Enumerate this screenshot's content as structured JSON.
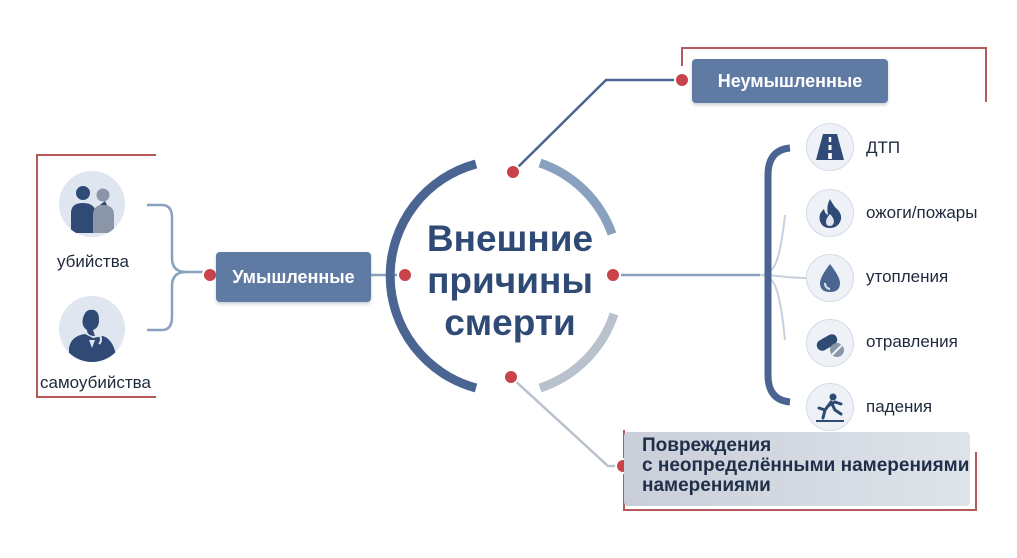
{
  "center": {
    "title_line1": "Внешние",
    "title_line2": "причины",
    "title_line3": "смерти"
  },
  "intentional": {
    "label": "Умышленные",
    "items": [
      {
        "label": "убийства",
        "icon": "two-people-conflict-icon"
      },
      {
        "label": "самоубийства",
        "icon": "despondent-person-icon"
      }
    ]
  },
  "unintentional": {
    "label": "Неумышленные",
    "items": [
      {
        "label": "ДТП",
        "icon": "road-icon"
      },
      {
        "label": "ожоги/пожары",
        "icon": "fire-icon"
      },
      {
        "label": "утопления",
        "icon": "water-drop-icon"
      },
      {
        "label": "отравления",
        "icon": "pills-icon"
      },
      {
        "label": "падения",
        "icon": "falling-person-icon"
      }
    ]
  },
  "undetermined": {
    "line1": "Повреждения",
    "line2": "с неопределёнными намерениями",
    "line3": "намерениями"
  },
  "colors": {
    "navy": "#2f4a75",
    "tag": "#5f7aa3",
    "accent_red": "#c8434a",
    "frame_red": "#b55a5a",
    "gray": "#b9c1cd"
  }
}
